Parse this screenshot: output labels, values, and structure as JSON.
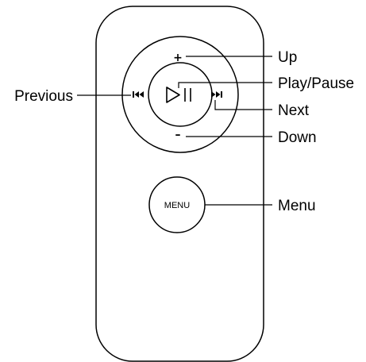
{
  "labels": {
    "previous": "Previous",
    "up": "Up",
    "play_pause": "Play/Pause",
    "next": "Next",
    "down": "Down",
    "menu": "Menu"
  },
  "remote": {
    "plus_sign": "+",
    "minus_sign": "–",
    "menu_button_text": "MENU"
  },
  "icons": {
    "play_pause": "play-pause-icon",
    "previous": "previous-track-icon",
    "next": "next-track-icon"
  },
  "colors": {
    "line": "#000000",
    "background": "#ffffff"
  }
}
